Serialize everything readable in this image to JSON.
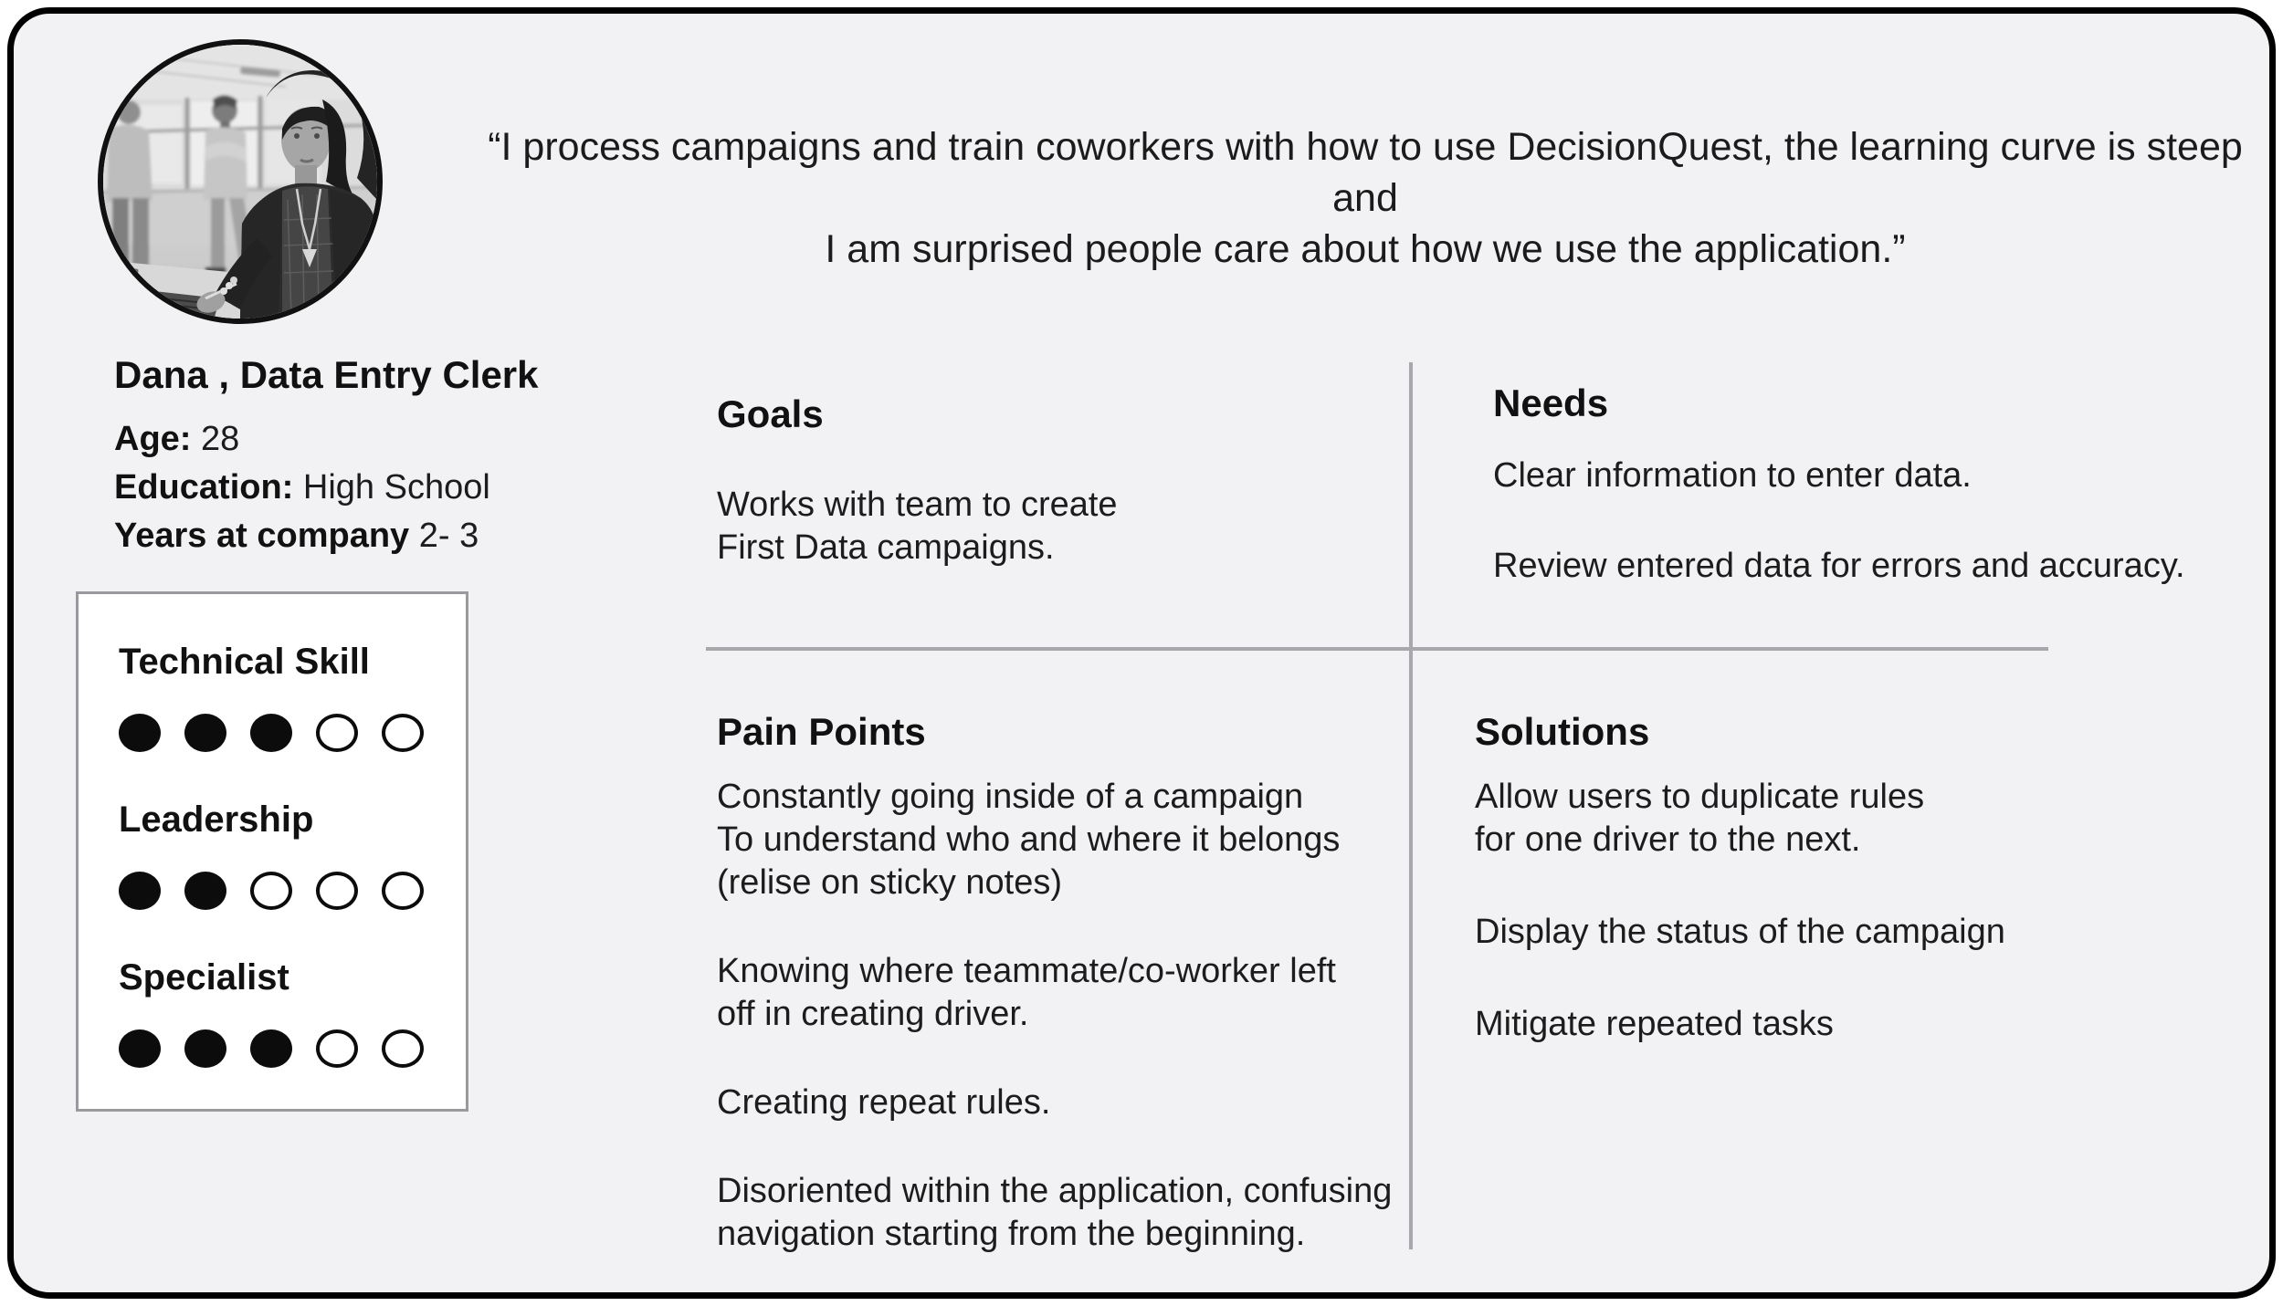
{
  "quote": "“I process campaigns and train coworkers with how to use DecisionQuest, the learning curve is steep and\nI am surprised people care about how we use the application.”",
  "profile": {
    "name": "Dana , Data Entry Clerk",
    "fields": [
      {
        "label": "Age:",
        "value": "28"
      },
      {
        "label": "Education:",
        "value": "High School"
      },
      {
        "label": "Years at company",
        "value": "2- 3"
      }
    ]
  },
  "skills": [
    {
      "name": "Technical Skill",
      "level": 3,
      "max": 5
    },
    {
      "name": "Leadership",
      "level": 2,
      "max": 5
    },
    {
      "name": "Specialist",
      "level": 3,
      "max": 5
    }
  ],
  "sections": {
    "goals": {
      "title": "Goals",
      "items": [
        "Works with team to create\nFirst Data campaigns."
      ]
    },
    "needs": {
      "title": "Needs",
      "items": [
        "Clear information to enter data.",
        "Review entered data for errors and accuracy."
      ]
    },
    "pain_points": {
      "title": "Pain Points",
      "items": [
        "Constantly going inside of a campaign\nTo understand who and where it belongs\n(relise on sticky notes)",
        "Knowing where teammate/co-worker left\noff in creating driver.",
        "Creating repeat rules.",
        "Disoriented within the application, confusing\nnavigation starting from the beginning."
      ]
    },
    "solutions": {
      "title": "Solutions",
      "items": [
        "Allow users to duplicate rules\nfor one driver to the next.",
        "Display the status of the campaign",
        "Mitigate repeated tasks"
      ]
    }
  },
  "colors": {
    "card_background": "#f2f2f4",
    "card_border": "#000000",
    "divider": "#a8a8ac",
    "skills_box_border": "#9a9a9e",
    "dot_fill": "#0c0c0c",
    "text": "#1c1c1c"
  }
}
